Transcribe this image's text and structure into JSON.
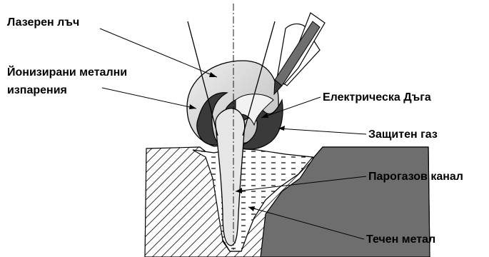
{
  "labels": {
    "laser_beam": "Лазерен лъч",
    "ionized_vapors_line1": "Йонизирани метални",
    "ionized_vapors_line2": "изпарения",
    "electric_arc": "Електрическа Дъга",
    "shielding_gas": "Защитен газ",
    "vapor_channel": "Парогазов  канал",
    "liquid_metal": "Течен метал"
  },
  "colors": {
    "workpiece_gray": "#6e6e6e",
    "plasma_light": "#d4d4d4",
    "arc_dark": "#3a3a3a",
    "channel_light": "#e6e6e6",
    "hatch": "#000000"
  }
}
